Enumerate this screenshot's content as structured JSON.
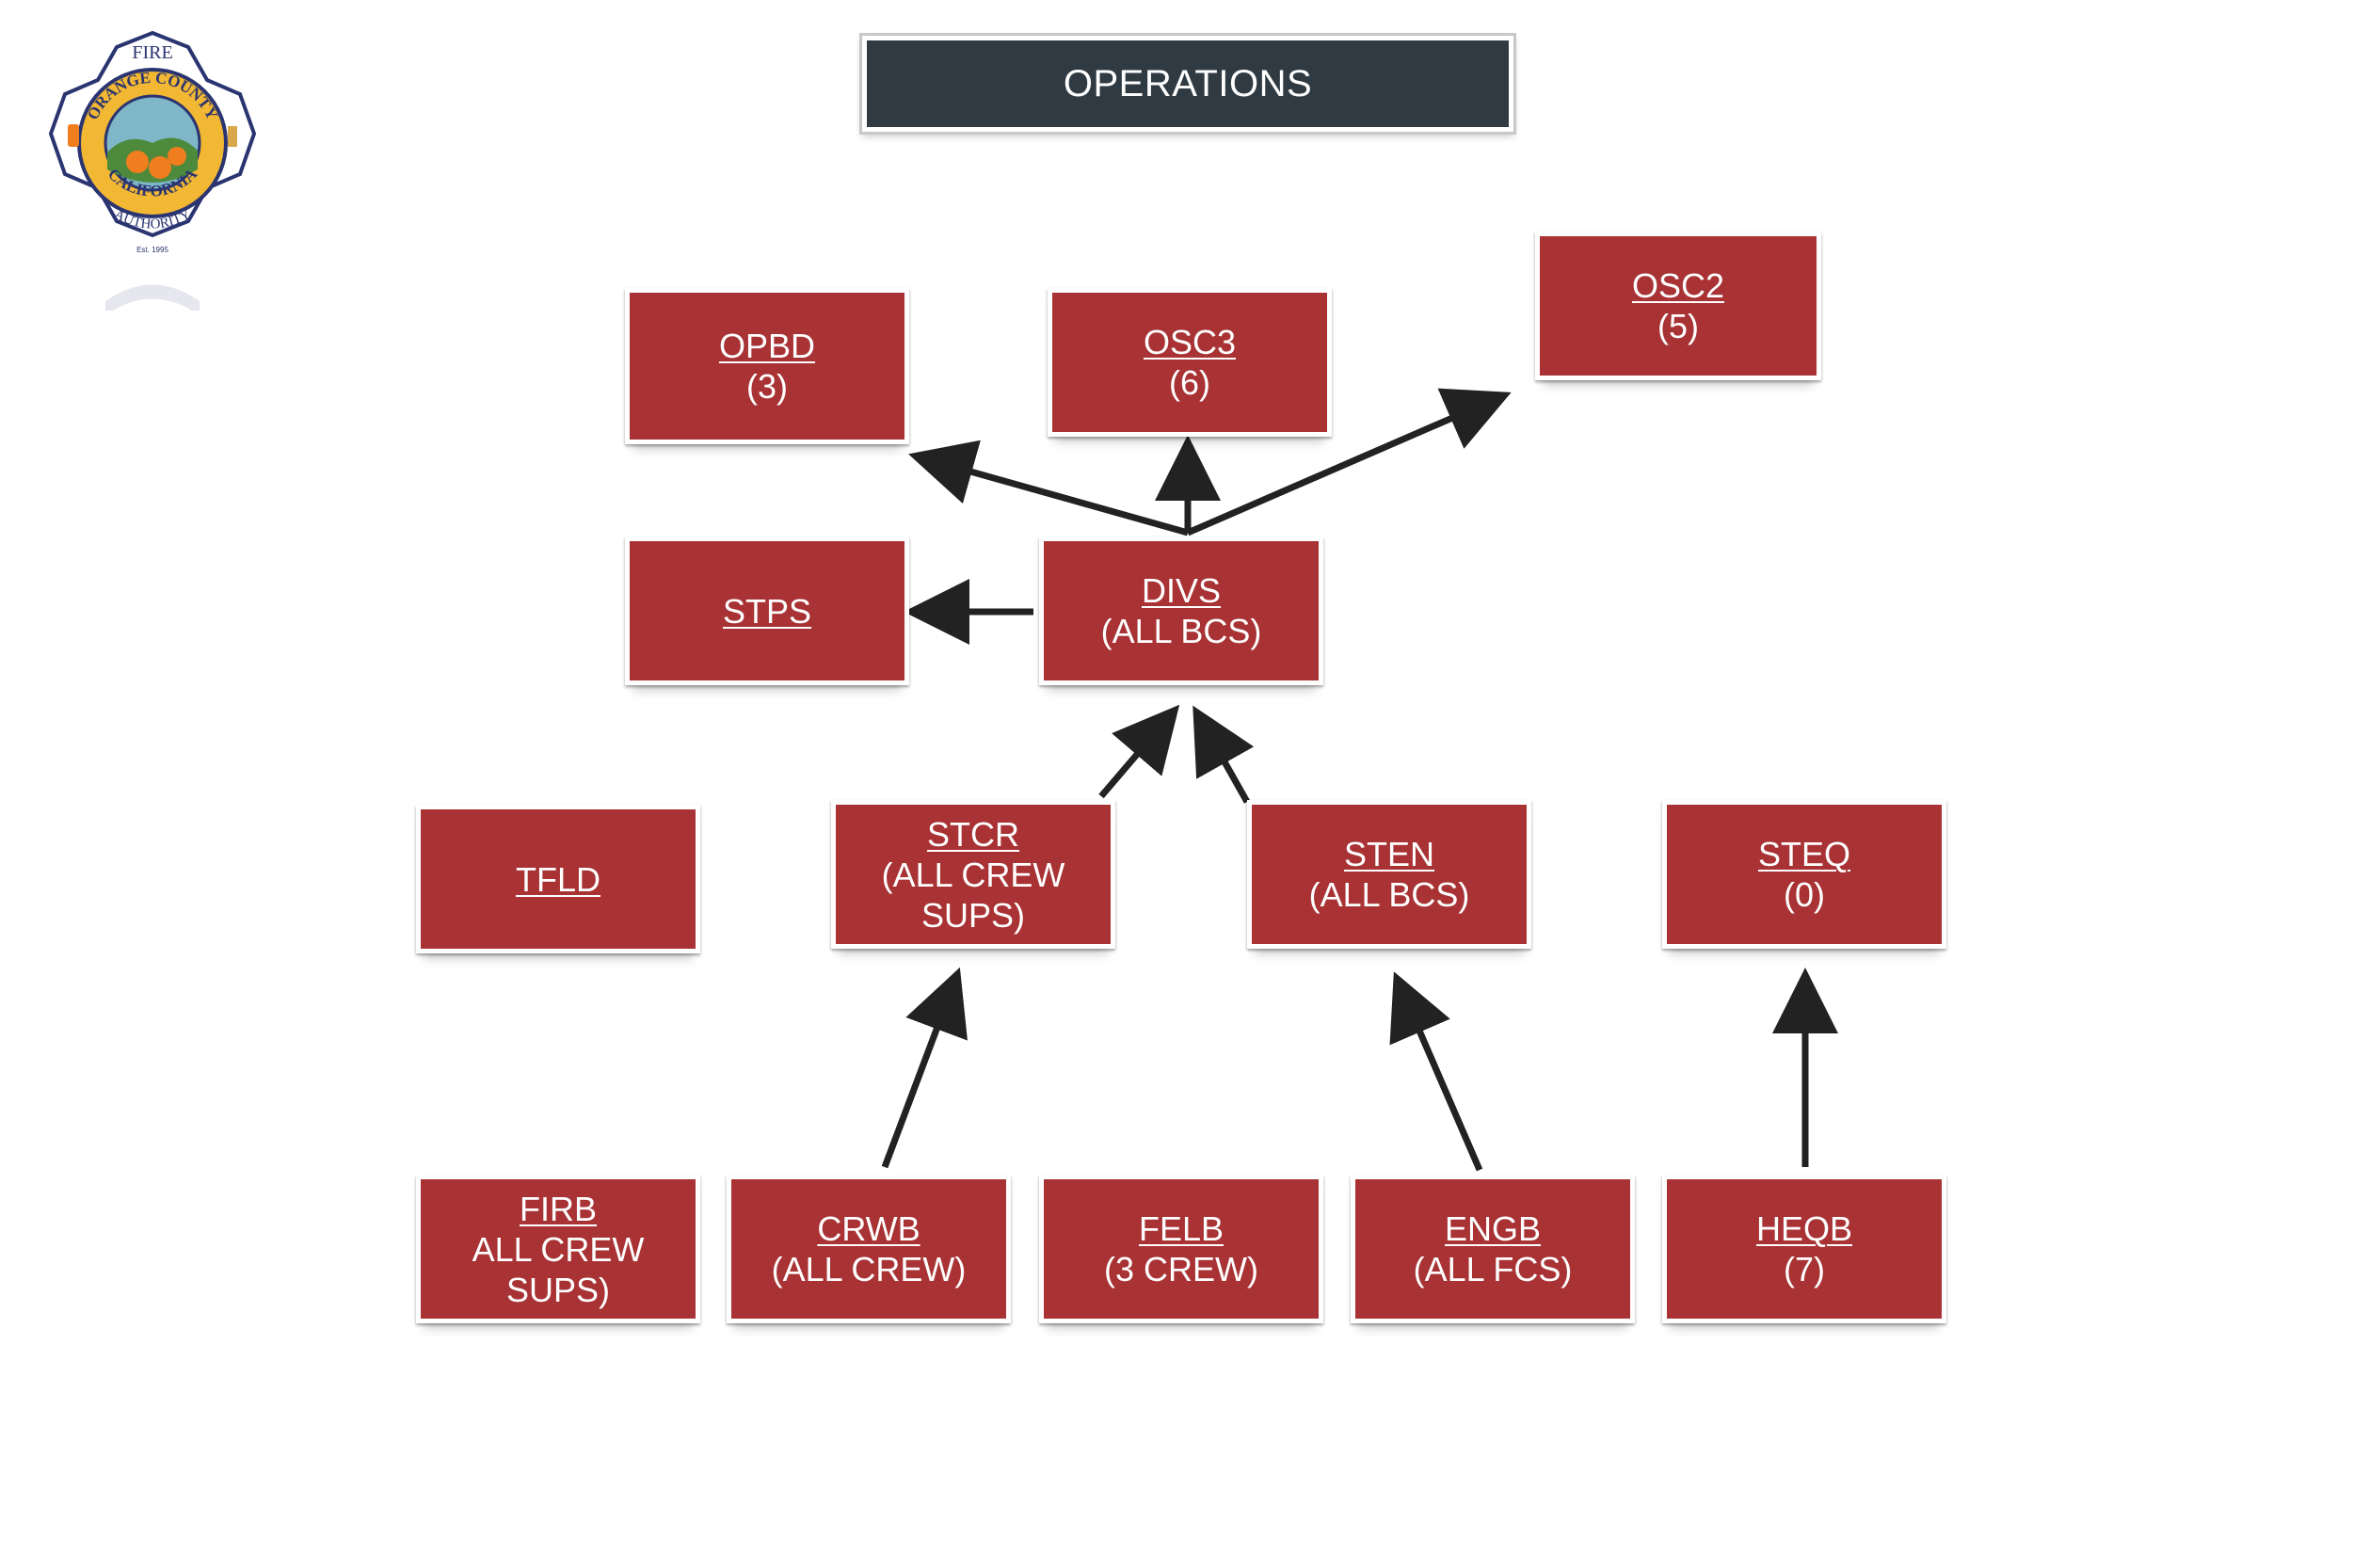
{
  "title": "OPERATIONS",
  "logo": {
    "top_text": "FIRE",
    "ring_text_top": "ORANGE COUNTY",
    "ring_text_bottom": "CALIFORNIA",
    "banner_text": "AUTHORITY",
    "est_text": "Est. 1995"
  },
  "nodes": {
    "opbd": {
      "name": "OPBD",
      "sub": "(3)"
    },
    "osc3": {
      "name": "OSC3",
      "sub": "(6)"
    },
    "osc2": {
      "name": "OSC2",
      "sub": "(5)"
    },
    "stps": {
      "name": "STPS",
      "sub": ""
    },
    "divs": {
      "name": "DIVS",
      "sub": "(ALL BCS)"
    },
    "tfld": {
      "name": "TFLD",
      "sub": ""
    },
    "stcr": {
      "name": "STCR",
      "sub": "(ALL CREW\nSUPS)"
    },
    "sten": {
      "name": "STEN",
      "sub": "(ALL BCS)"
    },
    "steq": {
      "name": "STEQ",
      "sub": "(0)"
    },
    "firb": {
      "name": "FIRB",
      "sub": "ALL CREW\nSUPS)"
    },
    "crwb": {
      "name": "CRWB",
      "sub": "(ALL CREW)"
    },
    "felb": {
      "name": "FELB",
      "sub": "(3 CREW)"
    },
    "engb": {
      "name": "ENGB",
      "sub": "(ALL FCS)"
    },
    "heqb": {
      "name": "HEQB",
      "sub": "(7)"
    }
  },
  "edges": [
    {
      "from": "divs",
      "to": "opbd"
    },
    {
      "from": "divs",
      "to": "osc3"
    },
    {
      "from": "divs",
      "to": "osc2"
    },
    {
      "from": "divs",
      "to": "stps"
    },
    {
      "from": "stcr",
      "to": "divs"
    },
    {
      "from": "sten",
      "to": "divs"
    },
    {
      "from": "crwb",
      "to": "stcr"
    },
    {
      "from": "engb",
      "to": "sten"
    },
    {
      "from": "heqb",
      "to": "steq"
    }
  ],
  "colors": {
    "node_fill": "#a83234",
    "title_fill": "#2f3a42",
    "arrow": "#222222",
    "logo_gold": "#f2b733",
    "logo_navy": "#2a3470"
  }
}
